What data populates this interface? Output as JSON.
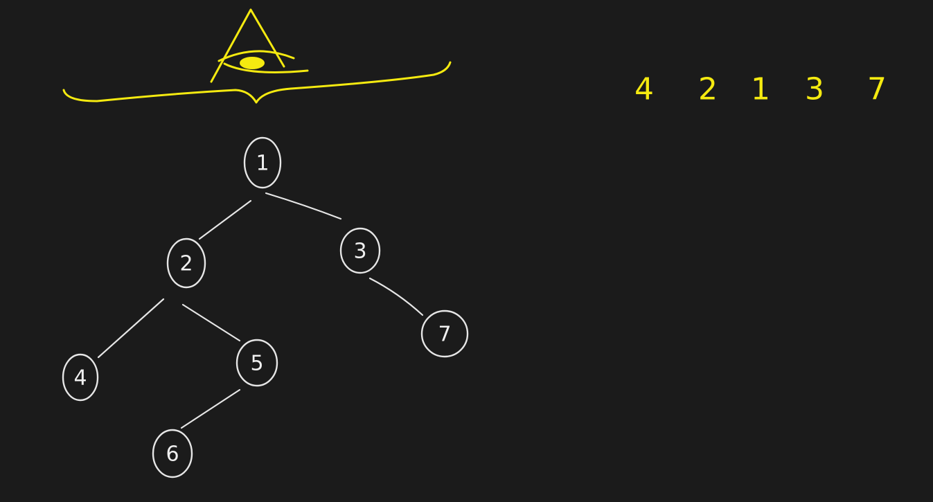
{
  "tree": {
    "nodes": [
      {
        "id": "1",
        "label": "1"
      },
      {
        "id": "2",
        "label": "2"
      },
      {
        "id": "3",
        "label": "3"
      },
      {
        "id": "4",
        "label": "4"
      },
      {
        "id": "5",
        "label": "5"
      },
      {
        "id": "6",
        "label": "6"
      },
      {
        "id": "7",
        "label": "7"
      }
    ],
    "edges": [
      [
        "1",
        "2"
      ],
      [
        "1",
        "3"
      ],
      [
        "2",
        "4"
      ],
      [
        "2",
        "5"
      ],
      [
        "5",
        "6"
      ],
      [
        "3",
        "7"
      ]
    ]
  },
  "top_view_order": [
    "4",
    "2",
    "1",
    "3",
    "7"
  ],
  "colors": {
    "background": "#1b1b1b",
    "tree_stroke": "#e6e6e6",
    "highlight": "#f5ea10"
  },
  "icons": [
    "eye-icon"
  ]
}
